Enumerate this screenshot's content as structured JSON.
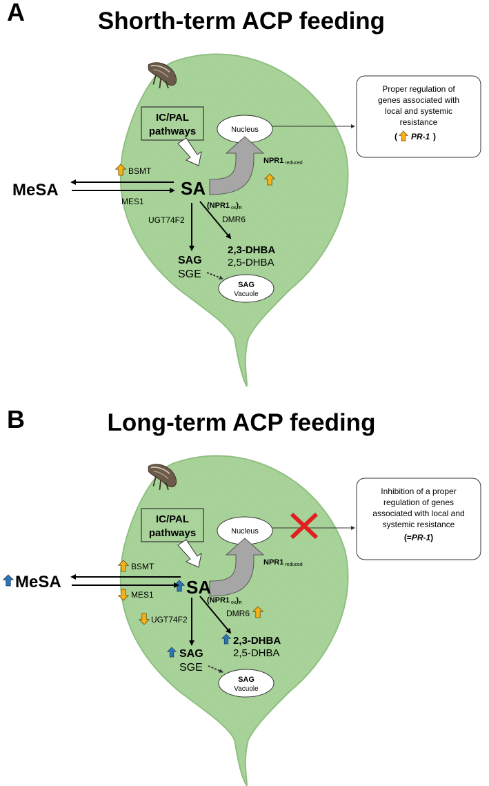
{
  "panel_a": {
    "letter": "A",
    "title": "Shorth-term ACP feeding",
    "pathway_box": [
      "IC/PAL",
      "pathways"
    ],
    "nucleus": "Nucleus",
    "sa": "SA",
    "mesa": "MeSA",
    "bsmt": "BSMT",
    "mes1": "MES1",
    "npr1_red": "NPR1",
    "npr1_red_sub": "reduced",
    "npr1_ox_a": "(NPR1",
    "npr1_ox_sub": "ox",
    "npr1_ox_b": ")",
    "npr1_ox_n": "n",
    "ugt": "UGT74F2",
    "dmr6": "DMR6",
    "dhba23": "2,3-DHBA",
    "dhba25": "2,5-DHBA",
    "sag": "SAG",
    "sge": "SGE",
    "vac_sag": "SAG",
    "vac_label": "Vacuole",
    "result_lines": [
      "Proper regulation of",
      "genes associated with",
      "local and systemic",
      "resistance"
    ],
    "result_open": "(",
    "result_pr": "PR-1",
    "result_close": ")"
  },
  "panel_b": {
    "letter": "B",
    "title": "Long-term ACP feeding",
    "pathway_box": [
      "IC/PAL",
      "pathways"
    ],
    "nucleus": "Nucleus",
    "sa": "SA",
    "mesa": "MeSA",
    "bsmt": "BSMT",
    "mes1": "MES1",
    "npr1_red": "NPR1",
    "npr1_red_sub": "reduced",
    "npr1_ox_a": "(NPR1",
    "npr1_ox_sub": "ox",
    "npr1_ox_b": ")",
    "npr1_ox_n": "n",
    "ugt": "UGT74F2",
    "dmr6": "DMR6",
    "dhba23": "2,3-DHBA",
    "dhba25": "2,5-DHBA",
    "sag": "SAG",
    "sge": "SGE",
    "vac_sag": "SAG",
    "vac_label": "Vacuole",
    "result_lines": [
      "Inhibition of a proper",
      "regulation of genes",
      "associated with local and",
      "systemic resistance"
    ],
    "result_prefix": "(=",
    "result_pr": "PR-1",
    "result_close": ")"
  },
  "colors": {
    "leaf": "#a9d39a",
    "leaf_stroke": "#8fbf80",
    "up_arrow_orange": "#f5b21b",
    "up_arrow_blue": "#2f75b5",
    "gray_arrow": "#a6a6a6",
    "cross": "#e02020"
  }
}
